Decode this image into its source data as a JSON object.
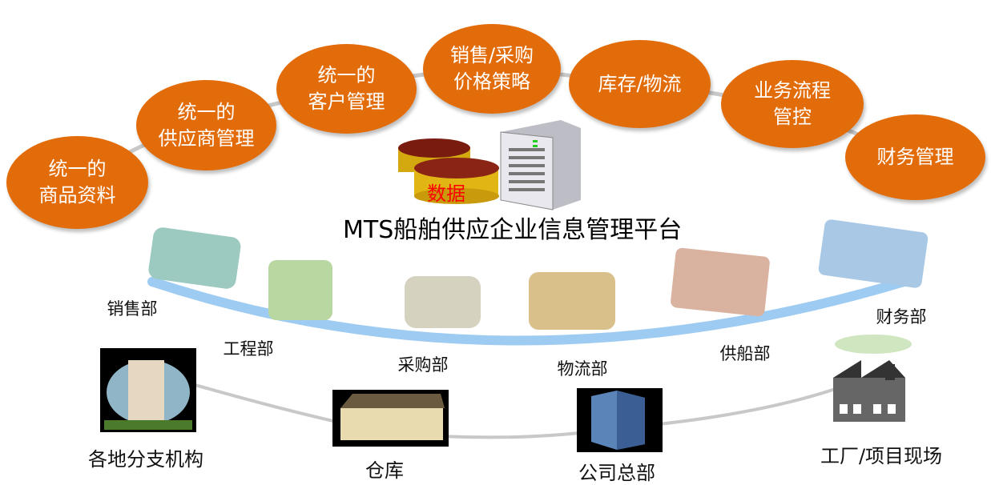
{
  "modules": [
    "统一的\n商品资料",
    "统一的\n供应商管理",
    "统一的\n客户管理",
    "销售/采购\n价格策略",
    "库存/物流",
    "业务流程\n管控",
    "财务管理"
  ],
  "data_label": "数据",
  "title": "MTS船舶供应企业信息管理平台",
  "departments": [
    "销售部",
    "工程部",
    "采购部",
    "物流部",
    "供船部",
    "财务部"
  ],
  "locations": [
    "各地分支机构",
    "仓库",
    "公司总部",
    "工厂/项目现场"
  ],
  "colors": {
    "module": "#e36c0a",
    "arc": "#9ecbf2",
    "data_text": "#ff0000"
  }
}
